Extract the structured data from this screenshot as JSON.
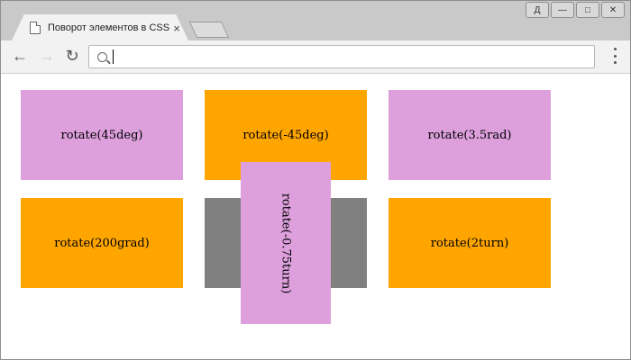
{
  "browser": {
    "tab_title": "Поворот элементов в CSS",
    "tab_close": "×",
    "window_controls": {
      "user": "Д",
      "minimize": "—",
      "maximize": "□",
      "close": "✕"
    },
    "address_value": "",
    "nav": {
      "back": "←",
      "forward": "→",
      "reload": "↻"
    }
  },
  "colors": {
    "pink": "#dda0dd",
    "orange": "#ffa500",
    "grey": "#808080"
  },
  "boxes": [
    {
      "label": "rotate(45deg)"
    },
    {
      "label": "rotate(-45deg)"
    },
    {
      "label": "rotate(3.5rad)"
    },
    {
      "label": "rotate(200grad)"
    },
    {
      "label": "rotate(-0.75turn)"
    },
    {
      "label": "rotate(2turn)"
    }
  ]
}
